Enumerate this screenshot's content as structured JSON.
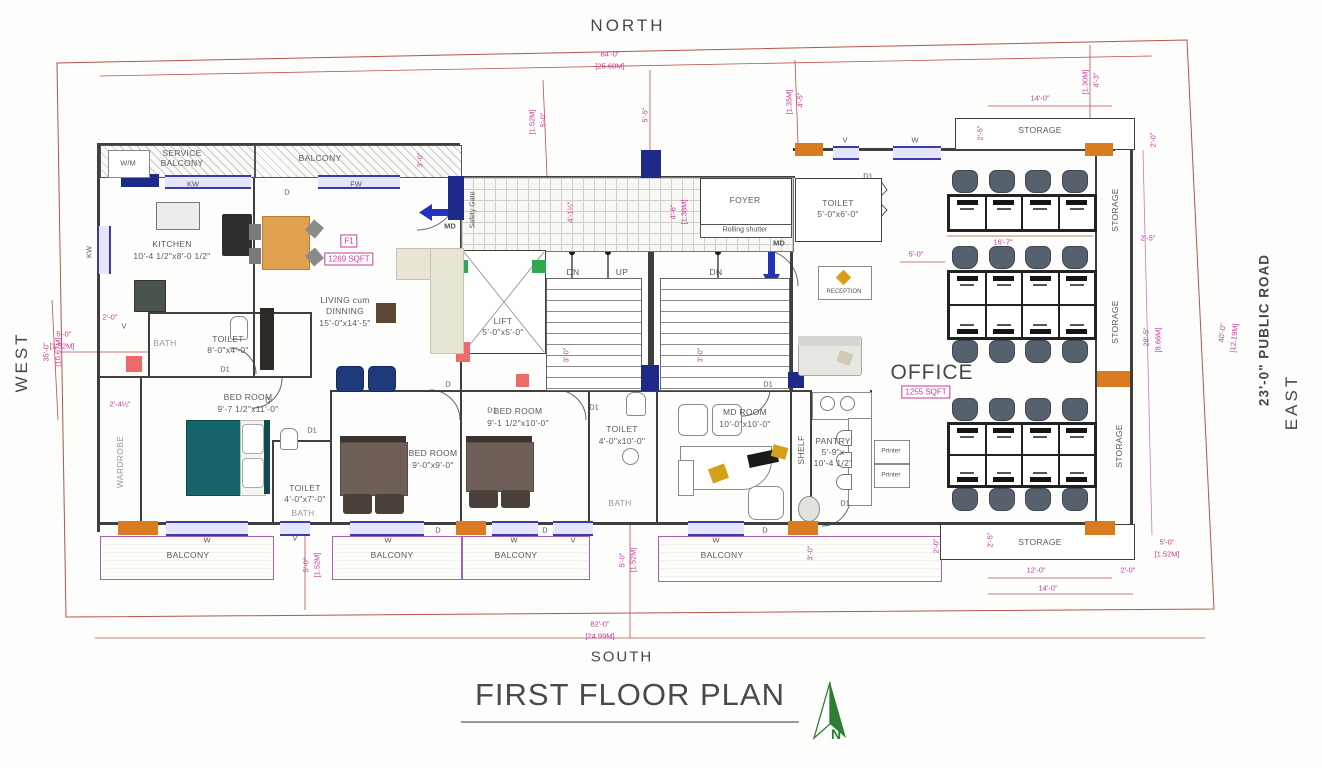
{
  "compass": {
    "north": "NORTH",
    "south": "SOUTH",
    "west": "WEST",
    "east": "EAST",
    "road": "23'-0\" PUBLIC ROAD",
    "n": "N"
  },
  "titleblock": {
    "title": "FIRST FLOOR PLAN"
  },
  "site": {
    "top_ft": "84'-0\"",
    "top_m": "[25.60M]",
    "bottom_ft": "82'-0\"",
    "bottom_m": "[24.99M]",
    "left_ft": "35'-0\"",
    "left_m": "[10.67M]",
    "right_ft": "40'-0\"",
    "right_m": "[12.19M]",
    "right2_ft": "28'-5\"",
    "right2_m": "[8.66M]"
  },
  "flat": {
    "tag": "F1",
    "area": "1269 SQFT",
    "service1": "SERVICE",
    "service2": "BALCONY",
    "wm": "W/M",
    "kw": "KW",
    "fw": "FW",
    "balcony_top": "BALCONY",
    "balcony": "BALCONY",
    "kitchen": "KITCHEN",
    "kitchen_size": "10'-4 1/2\"x8'-0 1/2\"",
    "living1": "LIVING cum",
    "living2": "DINNING",
    "living_size": "15'-0\"x14'-5\"",
    "bath": "BATH",
    "toilet": "TOILET",
    "toilet1_size": "8'-0\"x4'-0\"",
    "toilet2_size": "4'-0\"x7'-0\"",
    "toilet3_size": "4'-0\"x10'-0\"",
    "bedroom": "BED ROOM",
    "bed1_size": "9'-7 1/2\"x11'-0\"",
    "bed2_size": "9'-0\"x9'-0\"",
    "bed3_size": "9'-1 1/2\"x10'-0\"",
    "wardrobe": "WARDROBE",
    "md": "MD",
    "w": "W",
    "v": "V",
    "d": "D",
    "d1": "D1"
  },
  "core": {
    "lift": "LIFT",
    "lift_size": "5'-0\"x5'-0\"",
    "dn": "DN",
    "up": "UP",
    "safety_gate": "Safety Gate",
    "foyer": "FOYER",
    "rolling": "Rolling shutter"
  },
  "office": {
    "name": "OFFICE",
    "area": "1255 SQFT",
    "toilet_size": "5'-0\"x6'-0\"",
    "reception": "RECEPTION",
    "md_room": "MD ROOM",
    "md_size": "10'-0\"x10'-0\"",
    "pantry": "PANTRY",
    "pantry_size1": "5'-9\"x",
    "pantry_size2": "10'-4 1/2\"",
    "shelf": "SHELF",
    "printer": "Printer",
    "storage": "STORAGE"
  },
  "dims": {
    "d3_0": "3'-0\"",
    "d2_0": "2'-0\"",
    "d2_5": "2'-5\"",
    "d2_4h": "2'-4½\"",
    "d5_0": "5'-0\"",
    "m1_52": "[1.52M]",
    "d4_1h": "4'-1½\"",
    "d4_6": "4'-6\"",
    "m1_38": "[1.38M]",
    "d14_0": "14'-0\"",
    "d16_7": "16'-7\"",
    "d12_0": "12'-0\"",
    "d5_5": "5'-5\"",
    "d4_5": "4'-5\"",
    "m1_35": "[1.35M]",
    "d4_3": "4'-3\"",
    "m1_30": "[1.30M]"
  },
  "colors": {
    "dim_pink": "#c73c9b",
    "boundary_red": "#b5544a",
    "wall": "#3f3f3f",
    "window_blue": "#3b3bb0",
    "block_navy": "#1e2a8a",
    "block_orange": "#d97b20",
    "north_green": "#2e7d32"
  }
}
